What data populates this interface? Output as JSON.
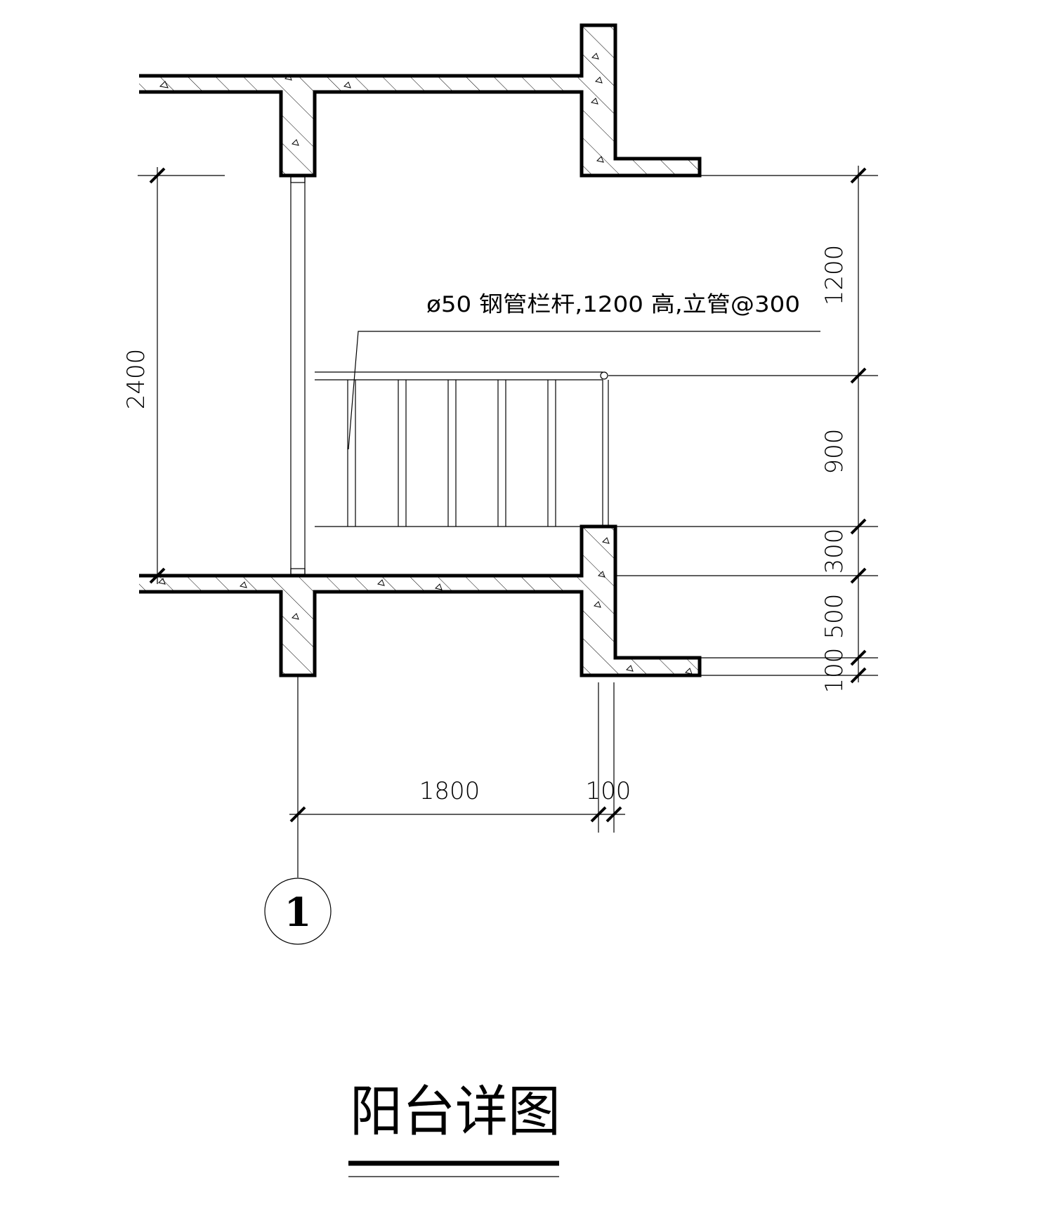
{
  "title": "阳台详图",
  "note": "ø50 钢管栏杆,1200 高,立管@300",
  "axis_label": "1",
  "dimensions": {
    "left_height": "2400",
    "right_top": "1200",
    "right_rail": "900",
    "right_curb": "300",
    "right_beam": "500",
    "right_slab": "100",
    "bottom_span": "1800",
    "bottom_wall": "100"
  }
}
